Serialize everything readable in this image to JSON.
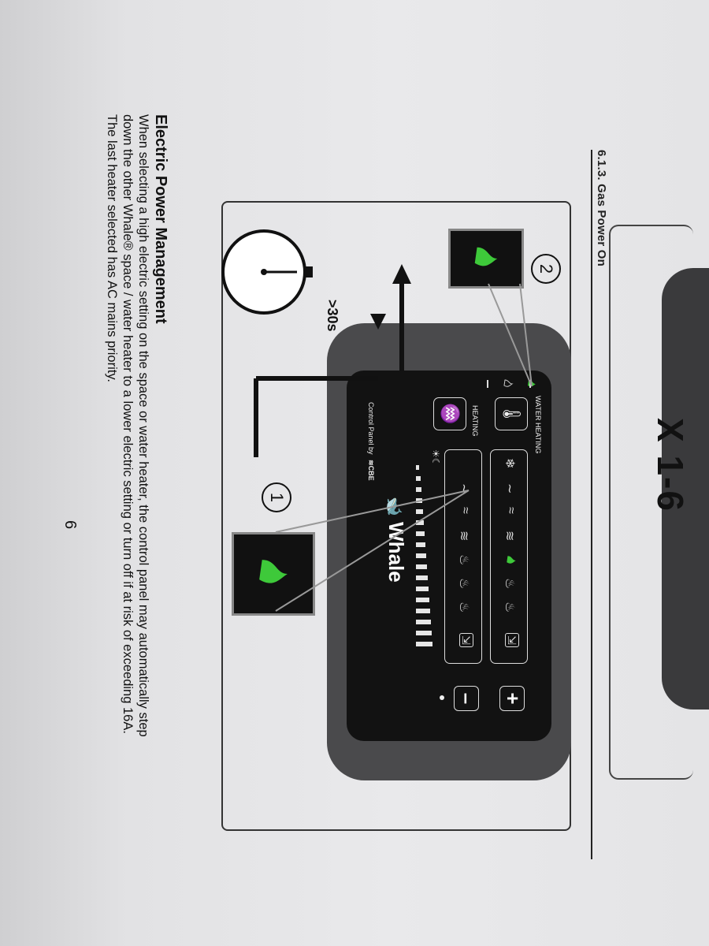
{
  "header": {
    "model_title": "X 1-6"
  },
  "section": {
    "number_title": "6.1.3. Gas Power On"
  },
  "figure": {
    "step1": "1",
    "step2": "2",
    "timer_label": ">30s",
    "panel": {
      "brand": "Whale",
      "water_heating_label": "WATER HEATING",
      "heating_label": "HEATING",
      "footer": "Control Panel by",
      "footer_brand": "CBE",
      "plus": "+",
      "minus": "–"
    }
  },
  "epm": {
    "heading": "Electric Power Management",
    "line1": "When selecting a high electric setting on the space or water heater, the control panel may automatically step",
    "line2": "down the other Whale® space / water heater to a lower electric setting or turn off if at risk of exceeding 16A.",
    "line3": "The last heater selected has AC mains priority."
  },
  "footer": {
    "page_number": "6"
  },
  "colors": {
    "flame_green": "#3ec93a",
    "panel_dark": "#121212",
    "panel_frame": "#4a4a4c"
  }
}
